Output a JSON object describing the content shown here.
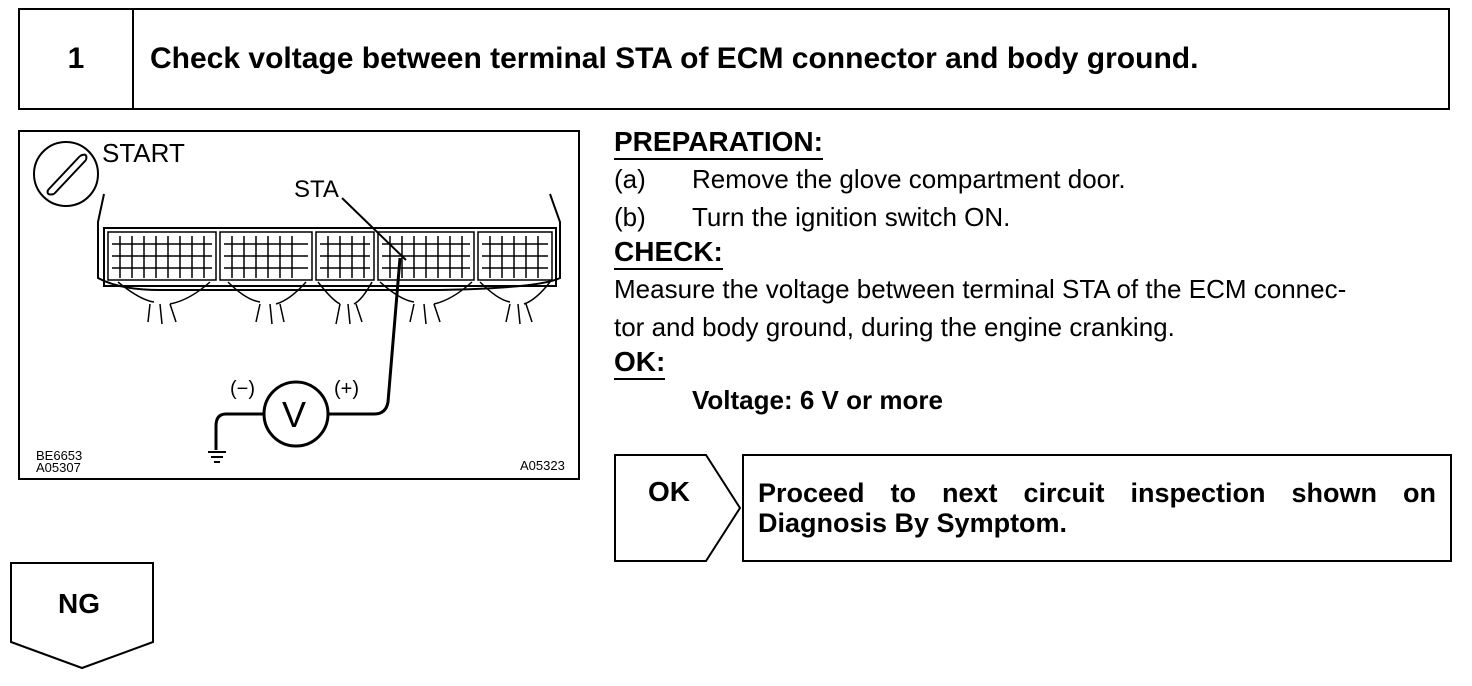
{
  "step": {
    "number": "1",
    "title": "Check voltage between terminal STA of ECM connector and body ground."
  },
  "figure": {
    "label_start": "START",
    "label_sta": "STA",
    "label_negative": "(−)",
    "label_positive": "(+)",
    "meter_symbol": "V",
    "code_1": "BE6653",
    "code_2": "A05307",
    "code_3": "A05323"
  },
  "preparation": {
    "heading": "PREPARATION:",
    "items": [
      {
        "marker": "(a)",
        "text": "Remove the glove compartment door."
      },
      {
        "marker": "(b)",
        "text": "Turn the ignition switch ON."
      }
    ]
  },
  "check": {
    "heading": "CHECK:",
    "line_1": "Measure the voltage between terminal STA of the ECM connec-",
    "line_2": "tor and body ground, during the engine cranking."
  },
  "ok_spec": {
    "heading": "OK:",
    "value": "Voltage: 6 V or more"
  },
  "result_ok": {
    "label": "OK",
    "line_1": "Proceed to next circuit inspection shown on",
    "line_2": "Diagnosis By Symptom."
  },
  "result_ng": {
    "label": "NG"
  }
}
